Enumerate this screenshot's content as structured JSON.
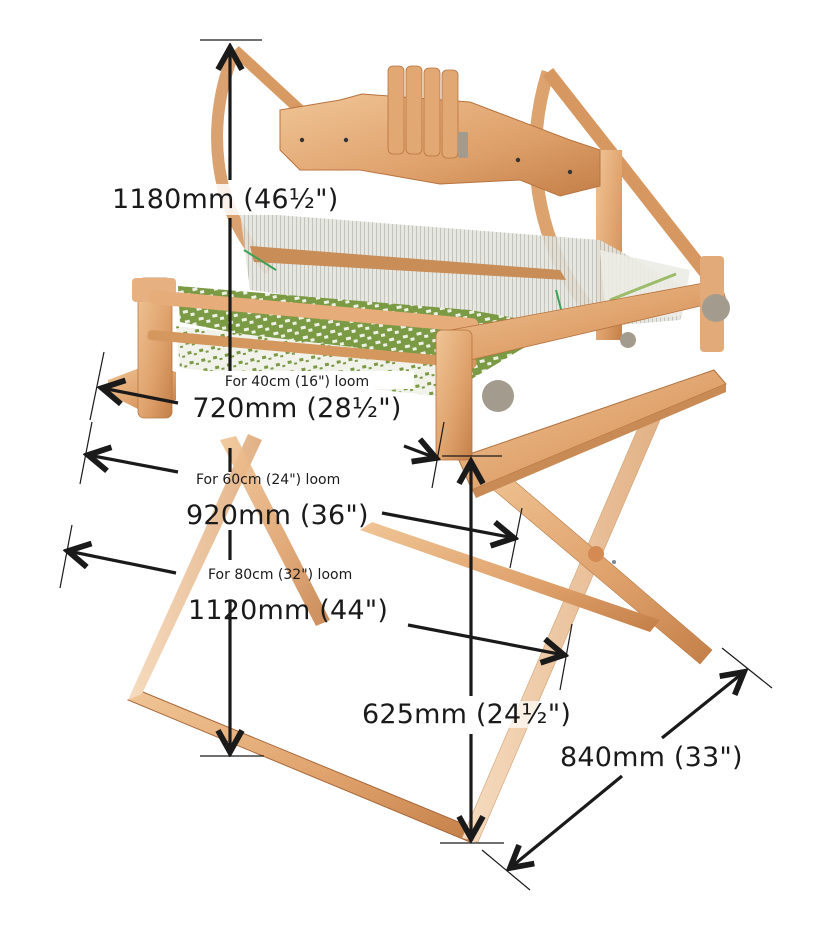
{
  "diagram": {
    "subject": "Table loom on folding stand",
    "colors": {
      "wood_light": "#e9b989",
      "wood_mid": "#d99a63",
      "wood_dark": "#b8733f",
      "wood_edge": "#f3d5b4",
      "fabric_green": "#6f8f3a",
      "fabric_white": "#eef0e6",
      "warp_grey": "#cfcfc9",
      "knob_grey": "#9d978a",
      "arrow": "#1a1a1a"
    },
    "dimensions": {
      "height_total": {
        "label": "1180mm (46½\")"
      },
      "width_40": {
        "caption": "For 40cm (16\") loom",
        "label": "720mm (28½\")"
      },
      "width_60": {
        "caption": "For 60cm (24\") loom",
        "label": "920mm (36\")"
      },
      "width_80": {
        "caption": "For 80cm (32\") loom",
        "label": "1120mm (44\")"
      },
      "stand_height": {
        "label": "625mm (24½\")"
      },
      "depth": {
        "label": "840mm (33\")"
      }
    }
  }
}
